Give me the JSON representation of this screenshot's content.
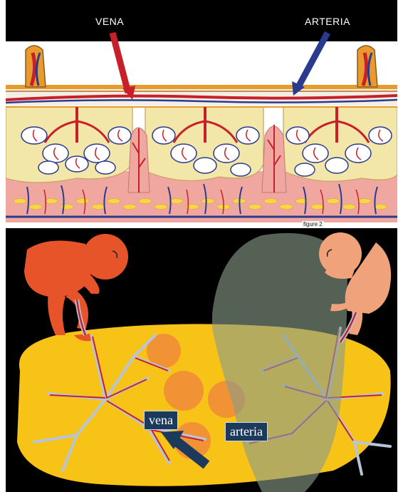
{
  "top": {
    "vein_label": "VENA",
    "artery_label": "ARTERIA",
    "figure_caption": "figure 2"
  },
  "bottom": {
    "vein_label": "vena",
    "artery_label": "arteria"
  },
  "colors": {
    "background_black": "#000000",
    "vein_red": "#c8202a",
    "artery_blue": "#2a3b8f",
    "tissue_cream": "#f2e6a8",
    "tissue_pink": "#f0a7a0",
    "skin_orange": "#e89a2c",
    "placenta_yellow": "#f7c316",
    "fetus_left": "#e8542a",
    "fetus_right": "#f0a27a",
    "overlay_gray": "#7b8f80",
    "cotyledon_orange": "#f08a3a",
    "label_box": "#1c3a5c"
  }
}
